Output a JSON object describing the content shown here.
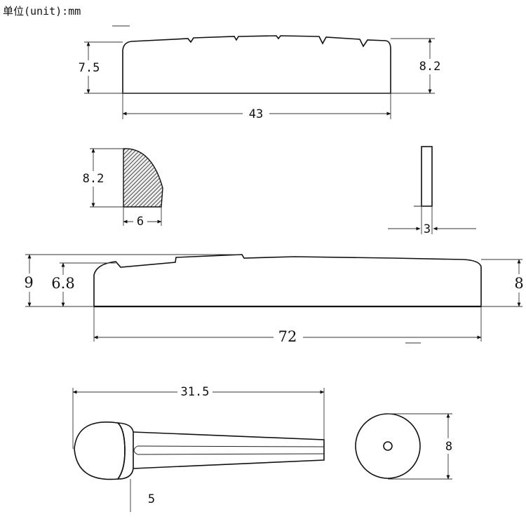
{
  "unit_label": "单位(unit):mm",
  "nut": {
    "height_left": "7.5",
    "height_right": "8.2",
    "length": "43"
  },
  "nut_profile": {
    "height": "8.2",
    "depth": "6"
  },
  "nut_end": {
    "width": "3"
  },
  "saddle": {
    "height_left_outer": "9",
    "height_left_inner": "6.8",
    "height_right": "8",
    "length": "72"
  },
  "bridge_pin": {
    "length": "31.5",
    "head_length": "5",
    "diameter": "8"
  }
}
